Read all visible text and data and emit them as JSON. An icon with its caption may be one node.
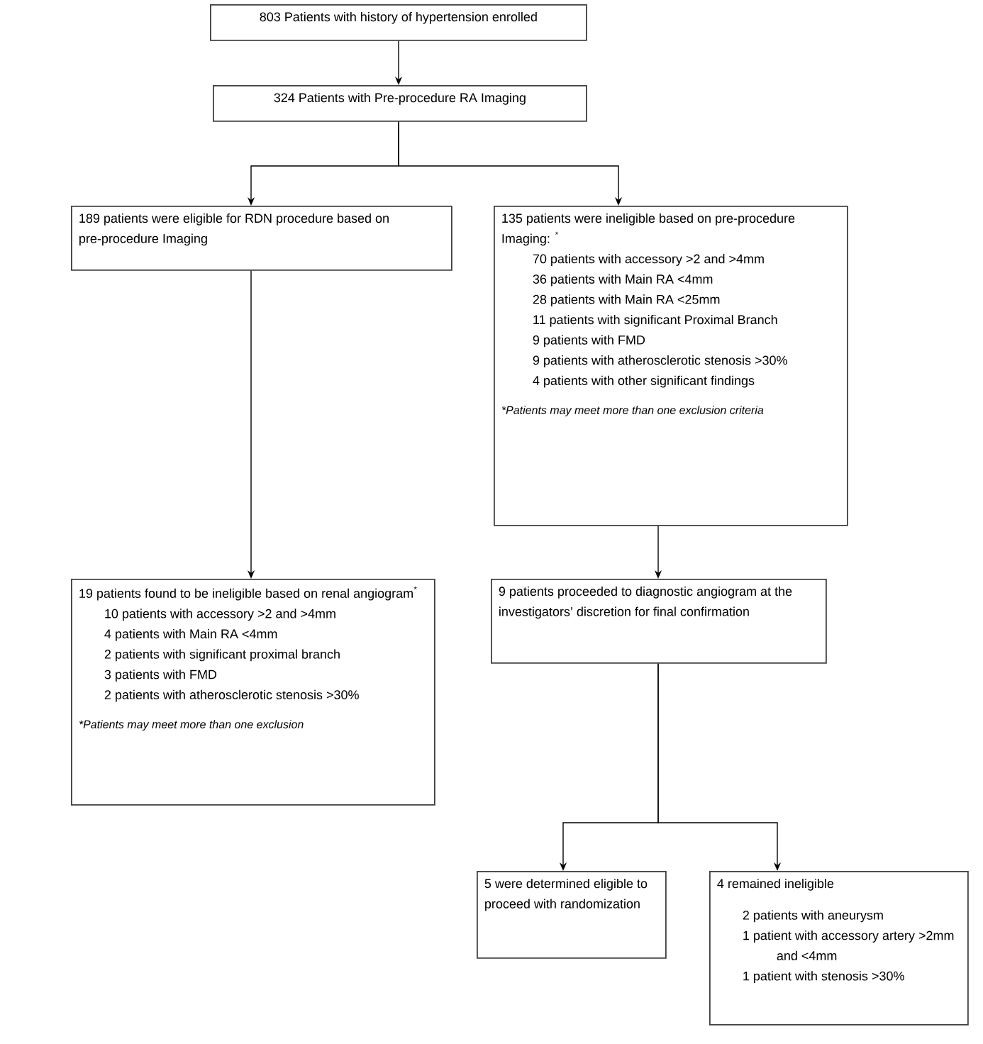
{
  "diagram": {
    "nodes": [
      {
        "text": [
          "803 Patients with history of hypertension enrolled"
        ]
      },
      {
        "text": [
          "324 Patients with Pre-procedure RA Imaging"
        ]
      },
      {
        "text": [
          "189 patients were eligible for RDN procedure based on pre-procedure Imaging"
        ]
      },
      {
        "text": [
          "135 patients were ineligible based on pre-procedure Imaging: $^{*}$",
          "70 patients with accessory >2 and >4mm",
          "36 patients with Main RA <4mm",
          "28 patients with Main RA <25mm",
          "11 patients with significant Proximal Branch",
          "9 patients with FMD",
          "9 patients with atherosclerotic stenosis >30%",
          "4 patients with other significant findings",
          "*Patients may meet more than one exclusion criteria"
        ]
      },
      {
        "text": [
          "19 patients found to be ineligible based on renal angiogram$^{*}$",
          "10 patients with accessory >2 and >4mm",
          "4 patients with Main RA <4mm",
          "2 patients with significant proximal branch",
          "3 patients with FMD",
          "2 patients with atherosclerotic stenosis >30%",
          "*Patients may meet more than one exclusion"
        ]
      },
      {
        "text": [
          "9 patients proceeded to diagnostic angiogram at the investigators’ discretion for final confirmation"
        ]
      },
      {
        "text": [
          "5 were determined eligible to proceed with randomization"
        ]
      },
      {
        "text": [
          "4 remained ineligible",
          "2 patients with aneurysm",
          "1 patient with accessory artery >2mm and <4mm",
          "1 patient with stenosis >30%"
        ]
      }
    ],
    "edges": [
      {
        "from": 0,
        "to": 1,
        "arrow": "to"
      },
      {
        "from": 1,
        "to": 2,
        "arrow": "to"
      },
      {
        "from": 1,
        "to": 3,
        "arrow": "to"
      },
      {
        "from": 2,
        "to": 4,
        "arrow": "to"
      },
      {
        "from": 3,
        "to": 5,
        "arrow": "to"
      },
      {
        "from": 5,
        "to": 6,
        "arrow": "to"
      },
      {
        "from": 5,
        "to": 7,
        "arrow": "to"
      }
    ]
  }
}
